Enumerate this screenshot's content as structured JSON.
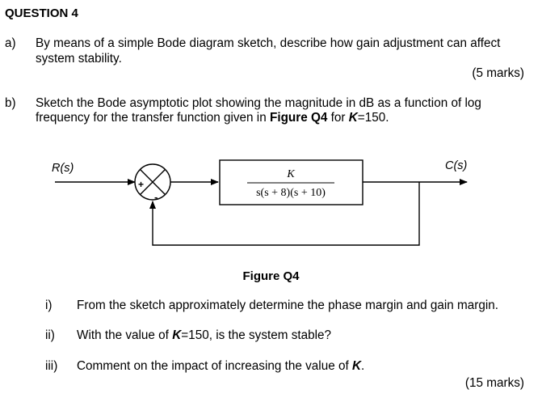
{
  "question": {
    "title": "QUESTION 4"
  },
  "part_a": {
    "label": "a)",
    "line1": "By means of a simple Bode diagram sketch, describe how gain adjustment can affect",
    "line2": "system stability.",
    "marks": "(5 marks)"
  },
  "part_b": {
    "label": "b)",
    "line1": "Sketch the Bode asymptotic plot showing the magnitude in dB as a function of log",
    "line2_pre": "frequency for the transfer function given in ",
    "line2_fig": "Figure Q4",
    "line2_mid": " for ",
    "line2_k": "K",
    "line2_post": "=150."
  },
  "diagram": {
    "input_label": "R(s)",
    "output_label": "C(s)",
    "plus_sign": "+",
    "minus_sign": "-",
    "numerator": "K",
    "denominator": "s(s + 8)(s + 10)"
  },
  "figure_caption": "Figure Q4",
  "subparts": [
    {
      "label": "i)",
      "text": "From the sketch approximately determine the phase margin and gain margin."
    },
    {
      "label": "ii)",
      "text_pre": "With the value of ",
      "k": "K",
      "text_post": "=150, is the system stable?"
    },
    {
      "label": "iii)",
      "text_pre": "Comment on the impact of increasing the value of ",
      "k": "K",
      "text_post": "."
    }
  ],
  "part_b_marks": "(15 marks)"
}
